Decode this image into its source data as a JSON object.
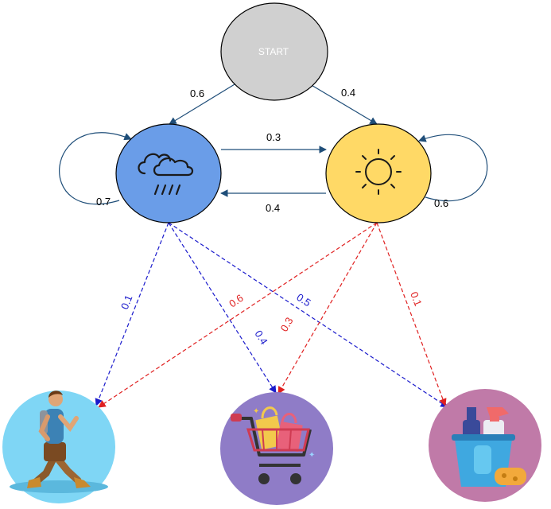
{
  "states": {
    "start": {
      "label": "START",
      "fill": "#d0d0d0"
    },
    "rainy": {
      "icon": "rain-cloud-icon",
      "fill": "#6a9de8"
    },
    "sunny": {
      "icon": "sun-icon",
      "fill": "#ffd966"
    }
  },
  "transitions": {
    "start_to_rainy": "0.6",
    "start_to_sunny": "0.4",
    "rainy_to_sunny": "0.3",
    "sunny_to_rainy": "0.4",
    "rainy_self": "0.7",
    "sunny_self": "0.6"
  },
  "emissions": {
    "rainy": {
      "walk": "0.1",
      "shop": "0.4",
      "clean": "0.5",
      "color": "#1a1acc"
    },
    "sunny": {
      "walk": "0.6",
      "shop": "0.3",
      "clean": "0.1",
      "color": "#e02020"
    }
  },
  "observations": {
    "walk": {
      "icon": "walking-person-icon",
      "fill": "#7fd6f5"
    },
    "shop": {
      "icon": "shopping-cart-icon",
      "fill": "#8f7cc7"
    },
    "clean": {
      "icon": "cleaning-supplies-icon",
      "fill": "#c07aa8"
    }
  },
  "colors": {
    "transition_arrow": "#1f4e79"
  }
}
